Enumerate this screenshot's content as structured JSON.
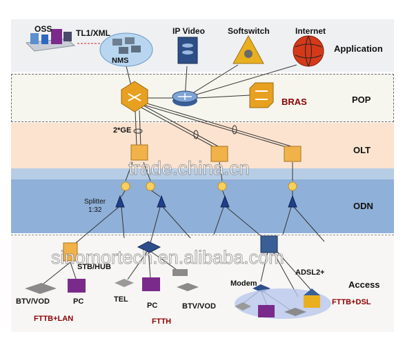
{
  "layers": {
    "application": "Application",
    "pop": "POP",
    "olt": "OLT",
    "odn": "ODN",
    "access": "Access"
  },
  "nodes": {
    "oss": "OSS",
    "tl1_xml": "TL1/XML",
    "nms": "NMS",
    "ip_video": "IP Video",
    "softswitch": "Softswitch",
    "internet": "Internet",
    "bras": "BRAS",
    "ge": "2*GE",
    "splitter": "Splitter",
    "split_ratio": "1:32",
    "stb_hub": "STB/HUB",
    "modem": "Modem",
    "adsl": "ADSL2+"
  },
  "endpoints": {
    "btv_vod_1": "BTV/VOD",
    "pc_1": "PC",
    "tel": "TEL",
    "pc_2": "PC",
    "btv_vod_2": "BTV/VOD"
  },
  "scenarios": {
    "fttb_lan": "FTTB+LAN",
    "ftth": "FTTH",
    "fttb_dsl": "FTTB+DSL"
  },
  "watermarks": {
    "trade": "trade.china.cn",
    "sino": "sinomortech.en.alibaba.com"
  },
  "colors": {
    "pop_switch": "#e8a020",
    "olt_box": "#f2b24a",
    "splitter": "#1f3f8a",
    "scenario_text": "#8b0000"
  }
}
